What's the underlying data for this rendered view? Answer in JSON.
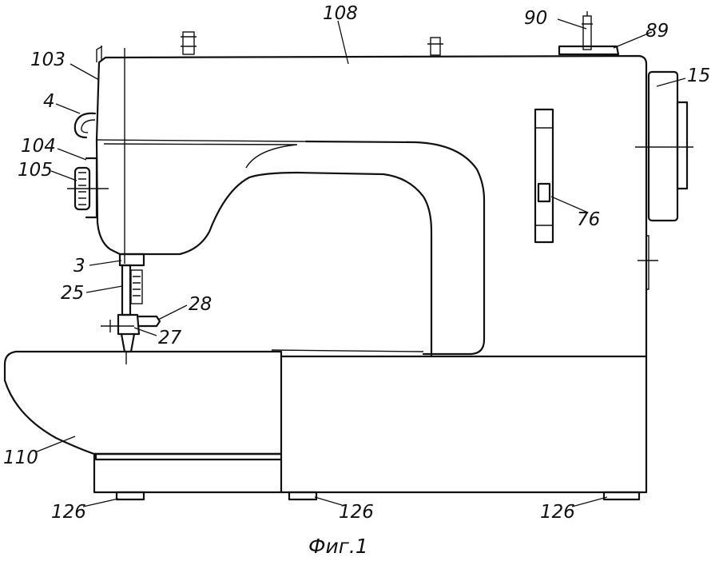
{
  "figure": {
    "caption": "Фиг.1",
    "labels": {
      "l108": "108",
      "l90": "90",
      "l89": "89",
      "l103": "103",
      "l4": "4",
      "l15": "15",
      "l104": "104",
      "l105": "105",
      "l76": "76",
      "l3": "3",
      "l25": "25",
      "l28": "28",
      "l27": "27",
      "l110": "110",
      "l126a": "126",
      "l126b": "126",
      "l126c": "126"
    }
  }
}
